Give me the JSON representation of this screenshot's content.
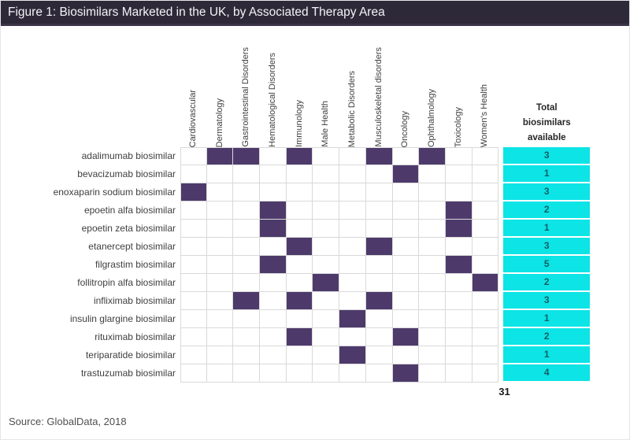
{
  "title_bar": {
    "text": "Figure 1: Biosimilars Marketed in the UK, by Associated Therapy Area"
  },
  "source": "Source: GlobalData, 2018",
  "chart_data": {
    "type": "heatmap",
    "title": "Figure 1: Biosimilars Marketed in the UK, by Associated Therapy Area",
    "columns": [
      "Cardiovascular",
      "Dermatology",
      "Gastrointestinal Disorders",
      "Hematological Disorders",
      "Immunology",
      "Male Health",
      "Metabolic Disorders",
      "Musculoskeletal disorders",
      "Oncology",
      "Ophthalmology",
      "Toxicology",
      "Women's Health"
    ],
    "total_column_header": "Total biosimilars available",
    "rows": [
      {
        "label": "adalimumab biosimilar",
        "areas": [
          "Dermatology",
          "Gastrointestinal Disorders",
          "Immunology",
          "Musculoskeletal disorders",
          "Ophthalmology"
        ],
        "total": 3
      },
      {
        "label": "bevacizumab biosimilar",
        "areas": [
          "Oncology"
        ],
        "total": 1
      },
      {
        "label": "enoxaparin sodium biosimilar",
        "areas": [
          "Cardiovascular"
        ],
        "total": 3
      },
      {
        "label": "epoetin alfa biosimilar",
        "areas": [
          "Hematological Disorders",
          "Toxicology"
        ],
        "total": 2
      },
      {
        "label": "epoetin zeta biosimilar",
        "areas": [
          "Hematological Disorders",
          "Toxicology"
        ],
        "total": 1
      },
      {
        "label": "etanercept biosimilar",
        "areas": [
          "Immunology",
          "Musculoskeletal disorders"
        ],
        "total": 3
      },
      {
        "label": "filgrastim biosimilar",
        "areas": [
          "Hematological Disorders",
          "Toxicology"
        ],
        "total": 5
      },
      {
        "label": "follitropin alfa biosimilar",
        "areas": [
          "Male Health",
          "Women's Health"
        ],
        "total": 2
      },
      {
        "label": "infliximab biosimilar",
        "areas": [
          "Gastrointestinal Disorders",
          "Immunology",
          "Musculoskeletal disorders"
        ],
        "total": 3
      },
      {
        "label": "insulin glargine biosimilar",
        "areas": [
          "Metabolic Disorders"
        ],
        "total": 1
      },
      {
        "label": "rituximab biosimilar",
        "areas": [
          "Immunology",
          "Oncology"
        ],
        "total": 2
      },
      {
        "label": "teriparatide biosimilar",
        "areas": [
          "Metabolic Disorders"
        ],
        "total": 1
      },
      {
        "label": "trastuzumab biosimilar",
        "areas": [
          "Oncology"
        ],
        "total": 4
      }
    ],
    "grand_total": 31,
    "legend": "none",
    "colors": {
      "title_bar_bg": "#2e2939",
      "mark_fill": "#4d3a6b",
      "total_column_bg": "#0ce4e6",
      "total_value_text": "#0a5f63",
      "grid_line": "#d9d9d9"
    }
  }
}
